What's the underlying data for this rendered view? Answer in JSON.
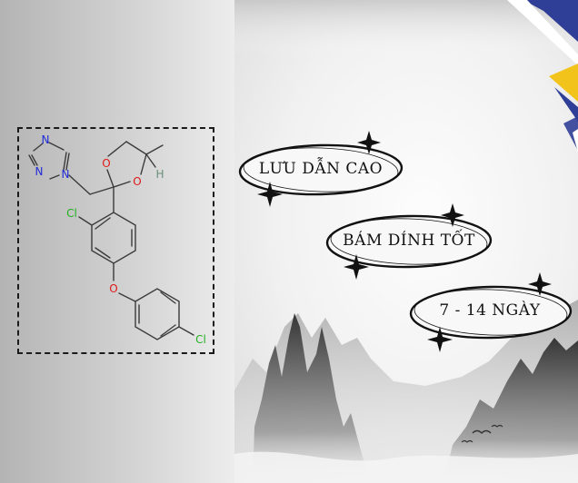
{
  "molecule": {
    "atom_labels": {
      "n_triazole_top": "N",
      "n_triazole_left": "N",
      "n_triazole_right": "N",
      "o_ring_left": "O",
      "o_ring_right": "O",
      "h_methyl": "H",
      "cl_ortho": "Cl",
      "o_ether": "O",
      "cl_para": "Cl"
    }
  },
  "callouts": [
    {
      "label": "LƯU DẪN CAO"
    },
    {
      "label": "BÁM DÍNH TỐT"
    },
    {
      "label": "7 - 14 NGÀY"
    }
  ],
  "colors": {
    "nitrogen": "#1f2bd6",
    "oxygen": "#e01818",
    "chlorine": "#22b022",
    "hydrogen": "#6a8e7a",
    "accent_blue": "#2f3e96",
    "accent_yellow": "#f2c31b"
  }
}
